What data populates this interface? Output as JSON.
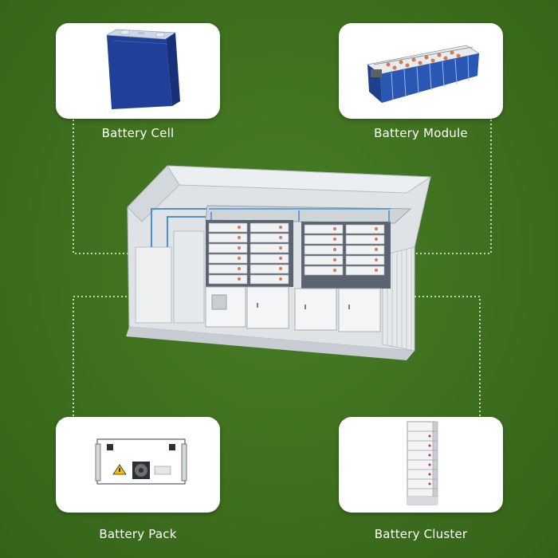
{
  "components": [
    {
      "id": "cell",
      "label": "Battery Cell",
      "icon": "battery-cell-icon"
    },
    {
      "id": "module",
      "label": "Battery Module",
      "icon": "battery-module-icon"
    },
    {
      "id": "pack",
      "label": "Battery Pack",
      "icon": "battery-pack-icon"
    },
    {
      "id": "cluster",
      "label": "Battery Cluster",
      "icon": "battery-cluster-icon"
    }
  ],
  "center": {
    "icon": "energy-storage-container-icon"
  },
  "colors": {
    "background": "#3d6f1e",
    "card": "#ffffff",
    "label": "#ffffff",
    "cell_blue": "#21409a",
    "connector": "#ffffff"
  }
}
